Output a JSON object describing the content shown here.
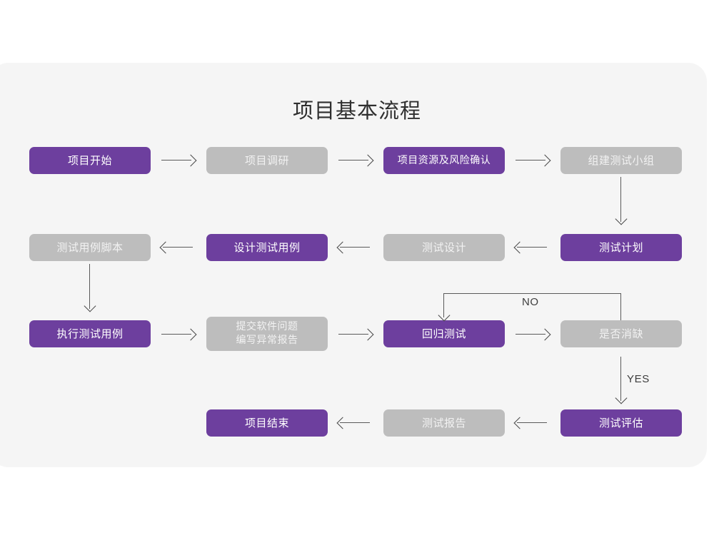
{
  "title": "项目基本流程",
  "palette": {
    "canvas": "#ffffff",
    "card": "#f5f5f5",
    "purple": "#6d3f9e",
    "gray": "#bdbdbd",
    "purple_text": "#ffffff",
    "gray_text": "#f2f2f2",
    "connector": "#5a5a5a",
    "title_text": "#2f2f2f"
  },
  "nodes": [
    {
      "id": "n1",
      "label": "项目开始",
      "style": "purple"
    },
    {
      "id": "n2",
      "label": "项目调研",
      "style": "gray"
    },
    {
      "id": "n3",
      "label": "项目资源及风险确认",
      "style": "purple"
    },
    {
      "id": "n4",
      "label": "组建测试小组",
      "style": "gray"
    },
    {
      "id": "n5",
      "label": "测试计划",
      "style": "purple"
    },
    {
      "id": "n6",
      "label": "测试设计",
      "style": "gray"
    },
    {
      "id": "n7",
      "label": "设计测试用例",
      "style": "purple"
    },
    {
      "id": "n8",
      "label": "测试用例脚本",
      "style": "gray"
    },
    {
      "id": "n9",
      "label": "执行测试用例",
      "style": "purple"
    },
    {
      "id": "n10",
      "label": "提交软件问题\n编写异常报告",
      "style": "gray"
    },
    {
      "id": "n11",
      "label": "回归测试",
      "style": "purple"
    },
    {
      "id": "n12",
      "label": "是否消缺",
      "style": "gray"
    },
    {
      "id": "n13",
      "label": "测试评估",
      "style": "purple"
    },
    {
      "id": "n14",
      "label": "测试报告",
      "style": "gray"
    },
    {
      "id": "n15",
      "label": "项目结束",
      "style": "purple"
    }
  ],
  "edge_labels": {
    "no": "NO",
    "yes": "YES"
  },
  "edges": [
    {
      "from": "n1",
      "to": "n2",
      "dir": "right"
    },
    {
      "from": "n2",
      "to": "n3",
      "dir": "right"
    },
    {
      "from": "n3",
      "to": "n4",
      "dir": "right"
    },
    {
      "from": "n4",
      "to": "n5",
      "dir": "down"
    },
    {
      "from": "n5",
      "to": "n6",
      "dir": "left"
    },
    {
      "from": "n6",
      "to": "n7",
      "dir": "left"
    },
    {
      "from": "n7",
      "to": "n8",
      "dir": "left"
    },
    {
      "from": "n8",
      "to": "n9",
      "dir": "down"
    },
    {
      "from": "n9",
      "to": "n10",
      "dir": "right"
    },
    {
      "from": "n10",
      "to": "n11",
      "dir": "right"
    },
    {
      "from": "n11",
      "to": "n12",
      "dir": "right"
    },
    {
      "from": "n12",
      "to": "n11",
      "dir": "loop-up",
      "label": "NO"
    },
    {
      "from": "n12",
      "to": "n13",
      "dir": "down",
      "label": "YES"
    },
    {
      "from": "n13",
      "to": "n14",
      "dir": "left"
    },
    {
      "from": "n14",
      "to": "n15",
      "dir": "left"
    }
  ]
}
